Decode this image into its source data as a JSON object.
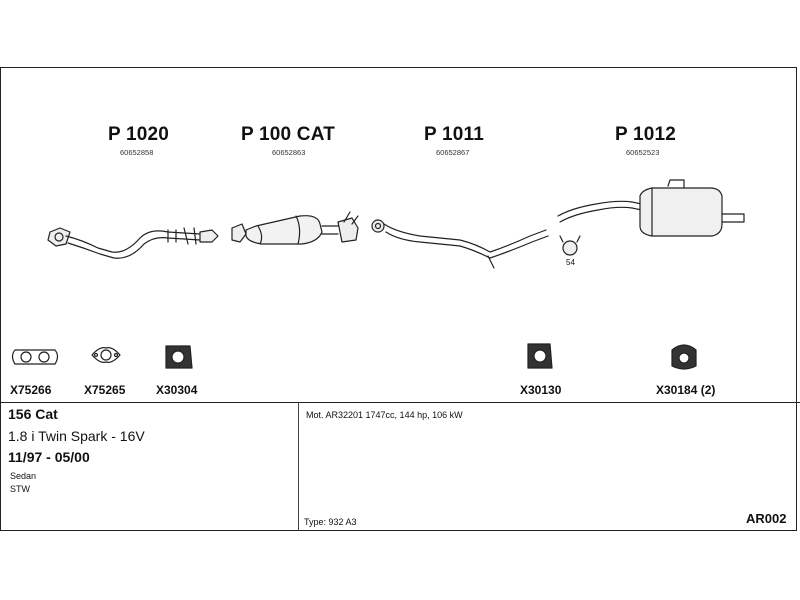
{
  "parts": [
    {
      "title": "P 1020",
      "ref": "60652858"
    },
    {
      "title": "P 100 CAT",
      "ref": "60652863"
    },
    {
      "title": "P 1011",
      "ref": "60652867"
    },
    {
      "title": "P 1012",
      "ref": "60652523"
    }
  ],
  "clamp_label": "54",
  "accessories": [
    "X75266",
    "X75265",
    "X30304",
    "X30130",
    "X30184 (2)"
  ],
  "vehicle": {
    "model": "156 Cat",
    "engine": "1.8 i Twin Spark - 16V",
    "years": "11/97 - 05/00",
    "body_types": [
      "Sedan",
      "STW"
    ]
  },
  "motor_info": "Mot. AR32201 1747cc, 144 hp, 106 kW",
  "type_label": "Type:",
  "type_value": "932 A3",
  "diagram_code": "AR002"
}
